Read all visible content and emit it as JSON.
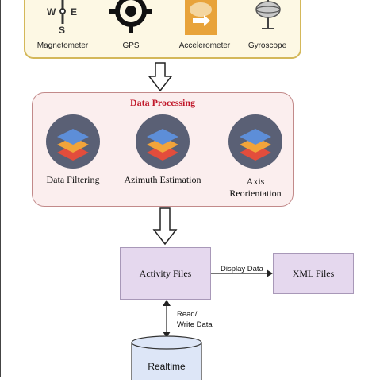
{
  "sensors": {
    "items": [
      {
        "label": "Magnetometer",
        "icon": "compass-icon"
      },
      {
        "label": "GPS",
        "icon": "gps-icon"
      },
      {
        "label": "Accelerometer",
        "icon": "accelerometer-icon"
      },
      {
        "label": "Gyroscope",
        "icon": "gyroscope-icon"
      }
    ],
    "compass_letters": {
      "w": "W",
      "e": "E",
      "s": "S"
    }
  },
  "data_processing": {
    "title": "Data Processing",
    "steps": [
      {
        "label": "Data Filtering"
      },
      {
        "label": "Azimuth Estimation"
      },
      {
        "label_line1": "Axis",
        "label_line2": "Reorientation"
      }
    ]
  },
  "activity_files": {
    "label": "Activity Files"
  },
  "xml_files": {
    "label": "XML Files"
  },
  "display_data": {
    "label": "Display Data"
  },
  "read_write": {
    "line1": "Read/",
    "line2": "Write Data"
  },
  "database": {
    "line1": "Realtime"
  },
  "colors": {
    "sensor_fill": "#fdf8e4",
    "sensor_border": "#d4b85a",
    "processing_fill": "#fbeeee",
    "processing_title": "#c0182a",
    "file_box_fill": "#e5d8ee",
    "database_fill": "#dde6f7",
    "icon_circle": "#5a6075"
  }
}
